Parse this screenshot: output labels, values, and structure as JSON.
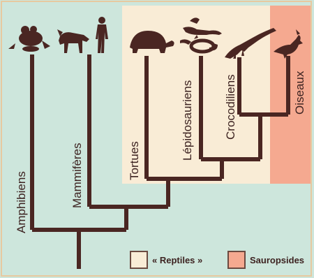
{
  "colors": {
    "background": "#cde6dc",
    "reptiles_fill": "#f9ecd6",
    "sauropsides_fill": "#f5a990",
    "tree": "#4a2622",
    "text": "#3d2321"
  },
  "taxa": {
    "amphibiens": "Amphibiens",
    "mammiferes": "Mammifères",
    "tortues": "Tortues",
    "lepidosauriens": "Lépidosauriens",
    "crocodiliens": "Crocodiliens",
    "oiseaux": "Oiseaux"
  },
  "icons": [
    "frog-icon",
    "wolf-icon",
    "human-icon",
    "tortoise-icon",
    "lizard-icon",
    "snake-icon",
    "crocodile-icon",
    "bird-icon"
  ],
  "legend": {
    "reptiles": "« Reptiles »",
    "sauropsides": "Sauropsides"
  }
}
